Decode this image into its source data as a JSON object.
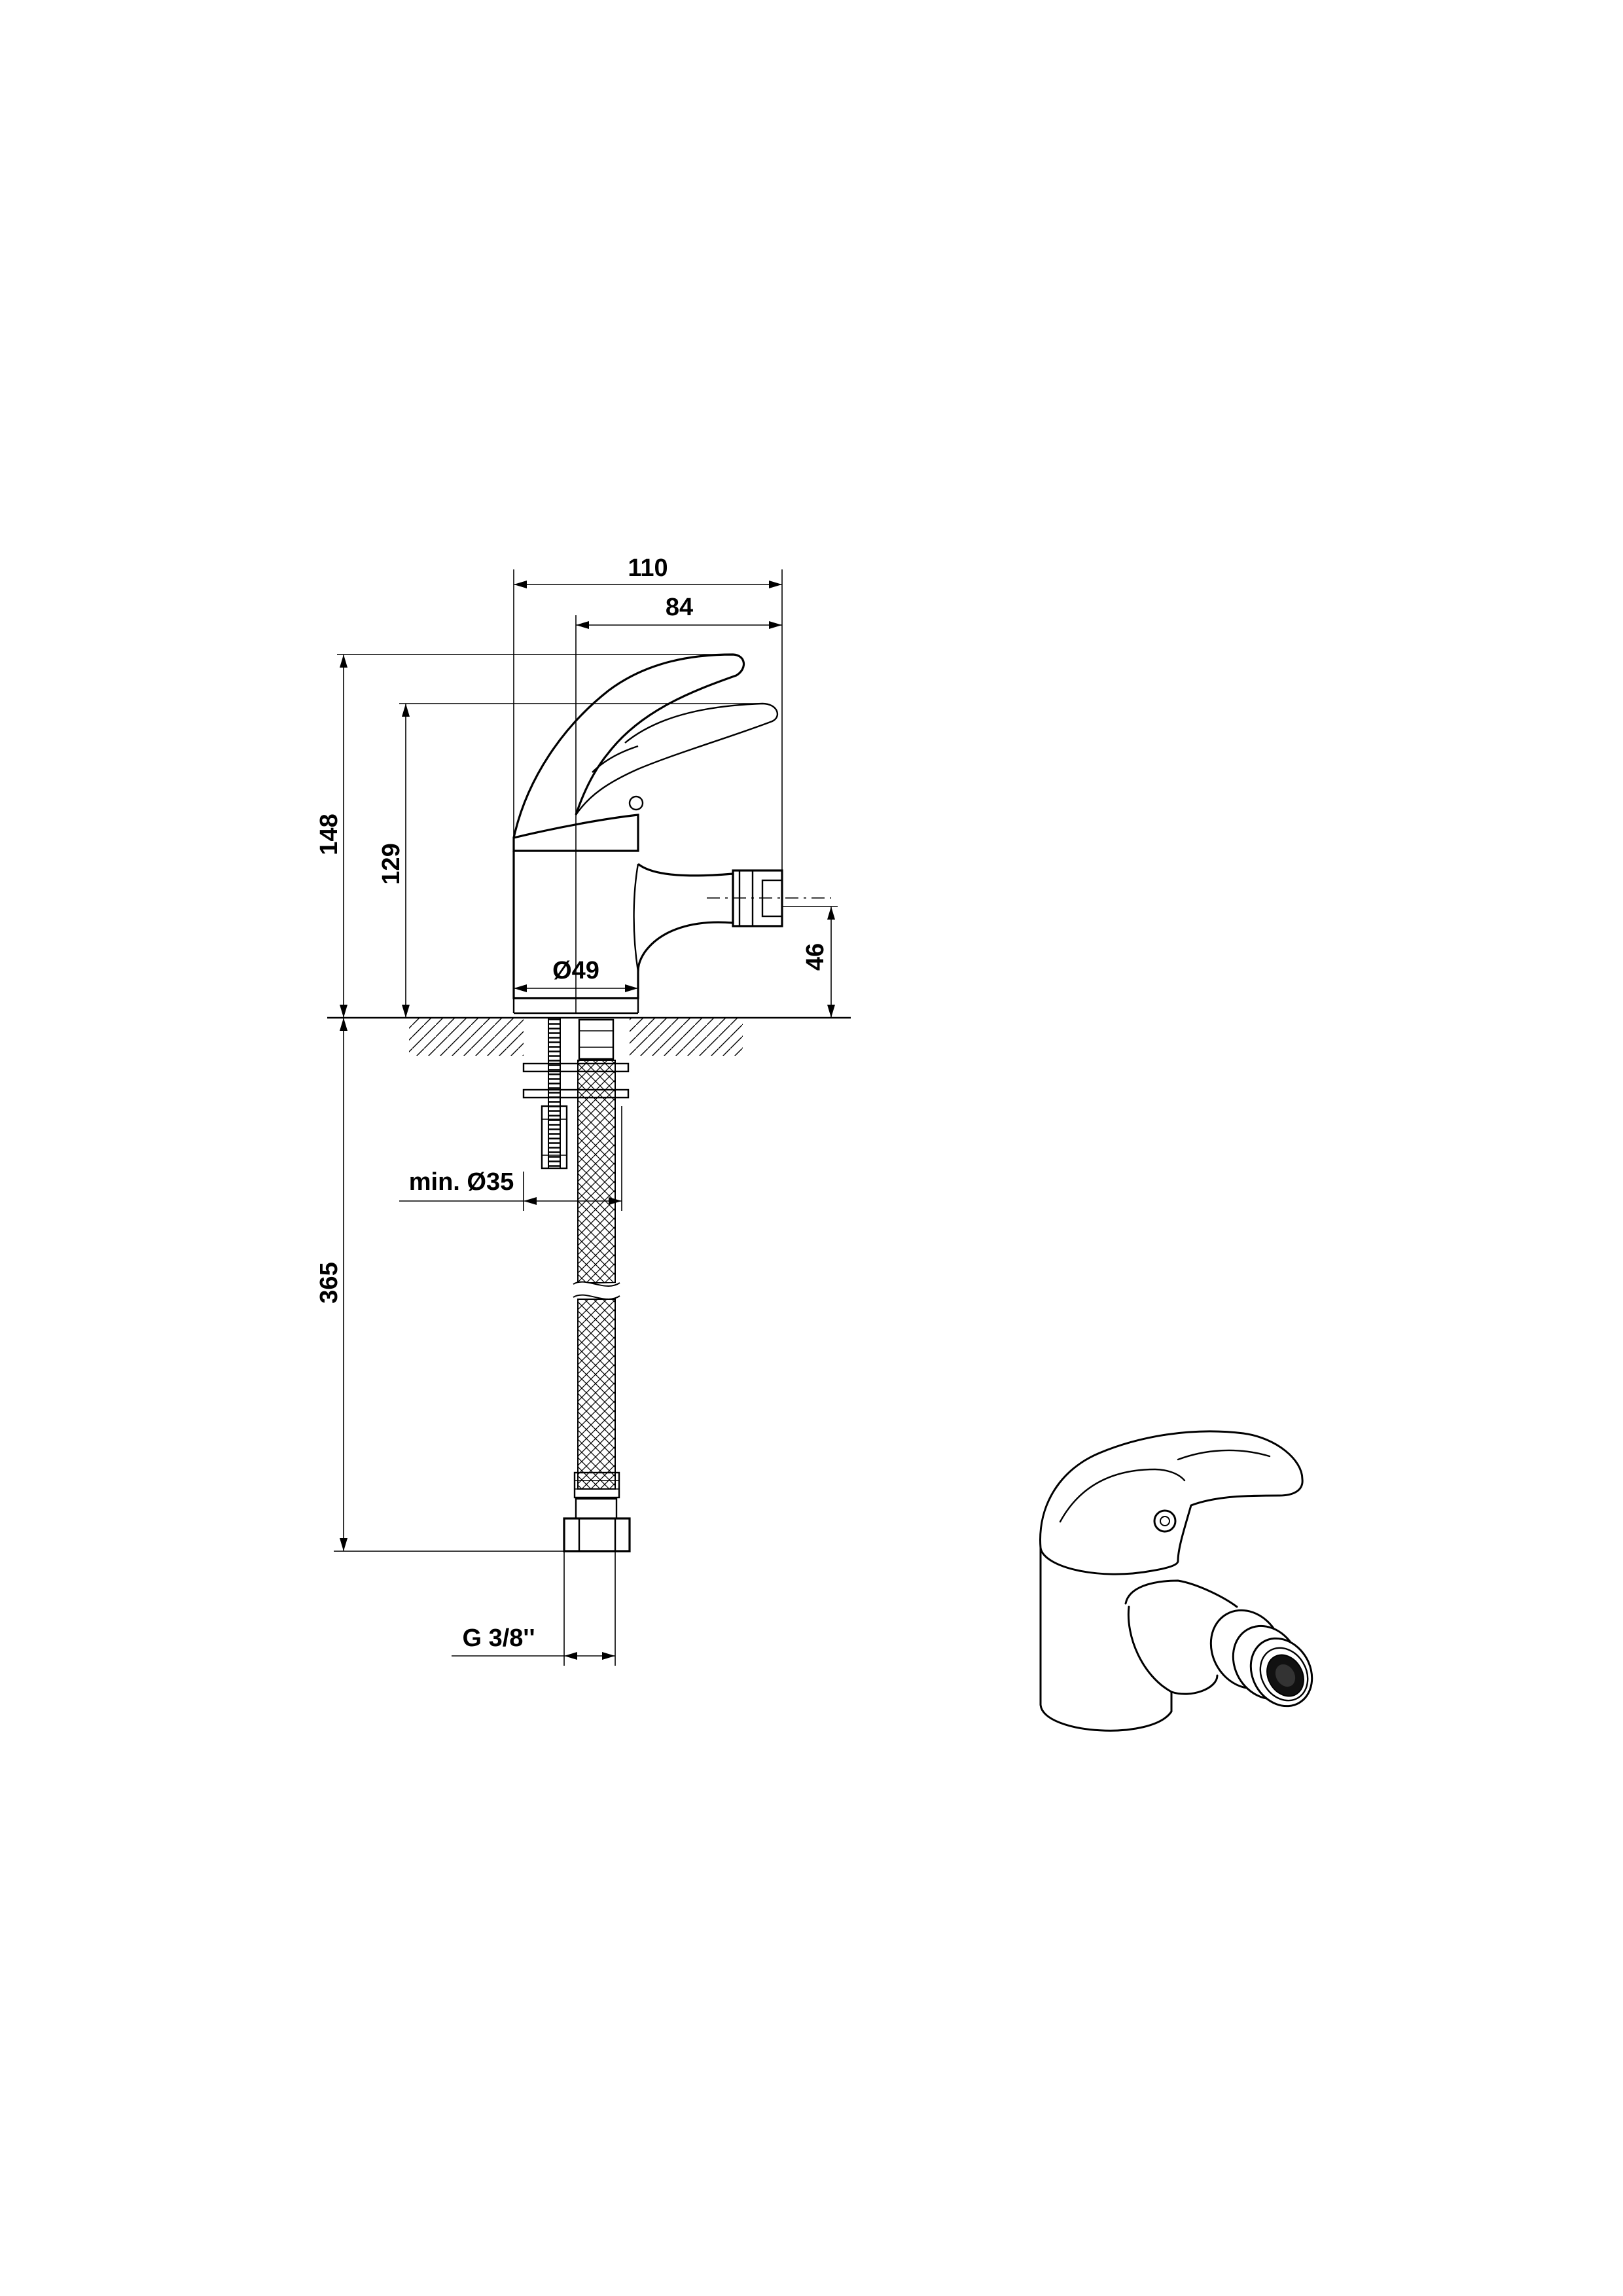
{
  "dimensions": {
    "overall_width": "110",
    "spout_width": "84",
    "total_height": "148",
    "lever_height": "129",
    "outlet_height": "46",
    "body_diameter": "Ø49",
    "hole_diameter": "min. Ø35",
    "hose_length": "365",
    "hose_thread": "G 3/8''"
  },
  "colors": {
    "line": "#000000",
    "background": "#ffffff"
  }
}
